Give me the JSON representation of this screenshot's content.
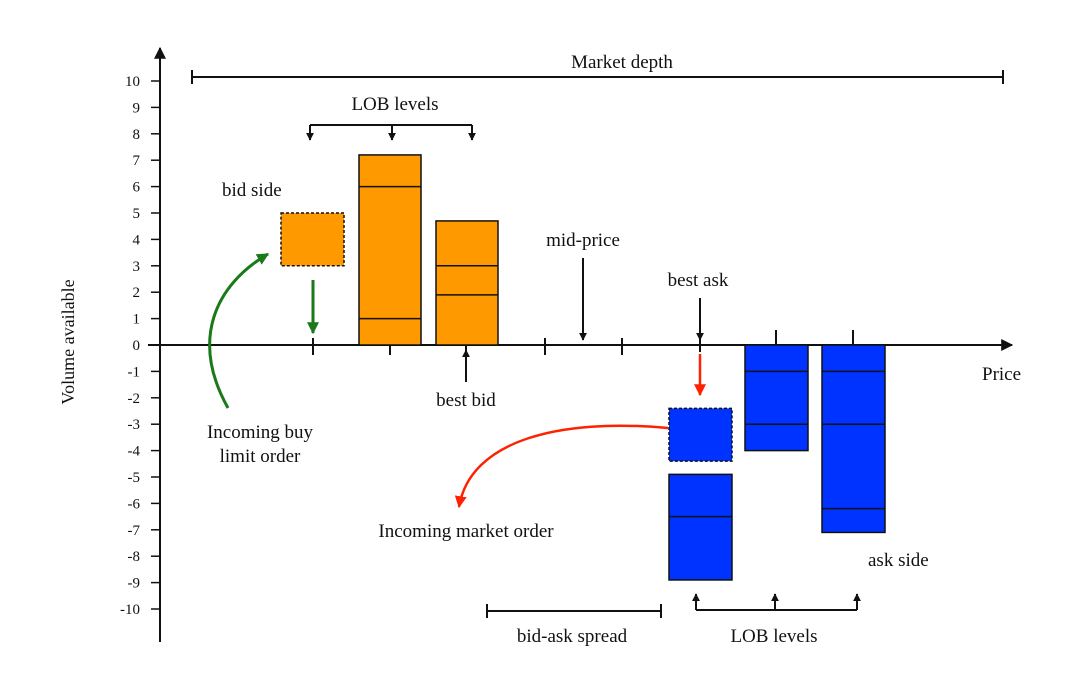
{
  "colors": {
    "bid": "#ff9900",
    "ask": "#0033ff",
    "green_arrow": "#1a7a1a",
    "red_arrow": "#ff2200",
    "line": "#111111"
  },
  "labels": {
    "y_axis": "Volume available",
    "x_axis": "Price",
    "market_depth": "Market depth",
    "lob_levels_top": "LOB levels",
    "lob_levels_bottom": "LOB levels",
    "bid_side": "bid side",
    "mid_price": "mid-price",
    "best_ask": "best ask",
    "best_bid": "best bid",
    "incoming_buy_line1": "Incoming buy",
    "incoming_buy_line2": "limit order",
    "incoming_market_order": "Incoming market order",
    "ask_side": "ask side",
    "bid_ask_spread": "bid-ask spread"
  },
  "y_ticks": [
    "10",
    "9",
    "8",
    "7",
    "6",
    "5",
    "4",
    "3",
    "2",
    "1",
    "0",
    "-1",
    "-2",
    "-3",
    "-4",
    "-5",
    "-6",
    "-7",
    "-8",
    "-9",
    "-10"
  ],
  "bid_bars": [
    {
      "level": 1,
      "top": 7.2,
      "bottom": 0,
      "dividers": [
        6,
        1
      ]
    },
    {
      "level": 2,
      "top": 4.7,
      "bottom": 0,
      "dividers": [
        3,
        1.9
      ]
    }
  ],
  "ask_bars": [
    {
      "level": 1,
      "top": -4.9,
      "bottom": -8.9,
      "dividers": [
        -6.5
      ]
    },
    {
      "level": 2,
      "top": 0,
      "bottom": -4,
      "dividers": [
        -1,
        -3
      ]
    },
    {
      "level": 3,
      "top": 0,
      "bottom": -7.1,
      "dividers": [
        -1,
        -3,
        -6.2
      ]
    }
  ],
  "incoming_limit_order": {
    "top": 5,
    "bottom": 3
  },
  "incoming_market_order_box": {
    "top": -2.4,
    "bottom": -4.4
  }
}
